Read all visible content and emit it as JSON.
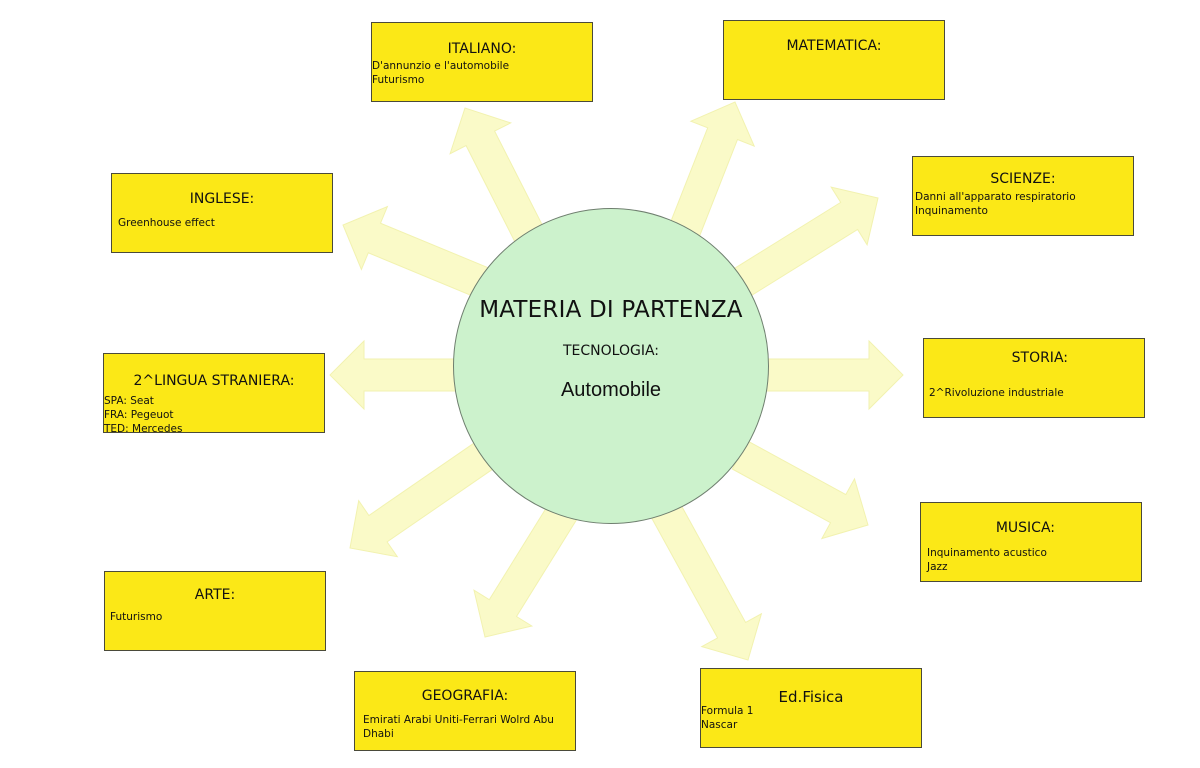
{
  "center": {
    "title": "MATERIA DI PARTENZA",
    "subtitle": "TECNOLOGIA:",
    "topic": "Automobile"
  },
  "colors": {
    "box_fill": "#fbe817",
    "circle_fill": "#ccf2cc",
    "arrow_fill": "#fafac8"
  },
  "boxes": {
    "italiano": {
      "title": "ITALIANO:",
      "lines": [
        "D'annunzio e l'automobile",
        "Futurismo"
      ]
    },
    "matematica": {
      "title": "MATEMATICA:",
      "lines": []
    },
    "inglese": {
      "title": "INGLESE:",
      "lines": [
        "Greenhouse effect"
      ]
    },
    "scienze": {
      "title": "SCIENZE:",
      "lines": [
        "Danni all'apparato respiratorio",
        "Inquinamento"
      ]
    },
    "lingua2": {
      "title": "2^LINGUA STRANIERA:",
      "lines": [
        "SPA: Seat",
        "FRA: Pegeuot",
        "TED: Mercedes"
      ]
    },
    "storia": {
      "title": "STORIA:",
      "lines": [
        "2^Rivoluzione industriale"
      ]
    },
    "musica": {
      "title": "MUSICA:",
      "lines": [
        "Inquinamento acustico",
        "Jazz"
      ]
    },
    "arte": {
      "title": "ARTE:",
      "lines": [
        "Futurismo"
      ]
    },
    "geografia": {
      "title": "GEOGRAFIA:",
      "lines": [
        "Emirati Arabi Uniti-Ferrari Wolrd Abu Dhabi"
      ]
    },
    "edfisica": {
      "title": "Ed.Fisica",
      "lines": [
        "Formula 1",
        "Nascar"
      ]
    }
  }
}
